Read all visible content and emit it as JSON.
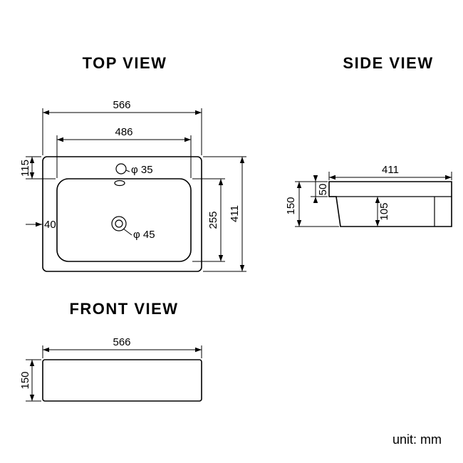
{
  "colors": {
    "line": "#000000",
    "background": "#ffffff"
  },
  "footer": {
    "unit_label": "unit: mm"
  },
  "views": {
    "top": {
      "title": "TOP VIEW",
      "dims": {
        "overall_width": "566",
        "basin_width": "486",
        "deck_depth": "115",
        "side_gap": "40",
        "faucet_hole": "φ 35",
        "drain_hole": "φ 45",
        "basin_depth": "255",
        "overall_depth": "411"
      }
    },
    "side": {
      "title": "SIDE VIEW",
      "dims": {
        "overall_depth": "411",
        "rim_thickness": "50",
        "overall_height": "150",
        "bowl_depth": "105"
      }
    },
    "front": {
      "title": "FRONT VIEW",
      "dims": {
        "overall_width": "566",
        "overall_height": "150"
      }
    }
  }
}
